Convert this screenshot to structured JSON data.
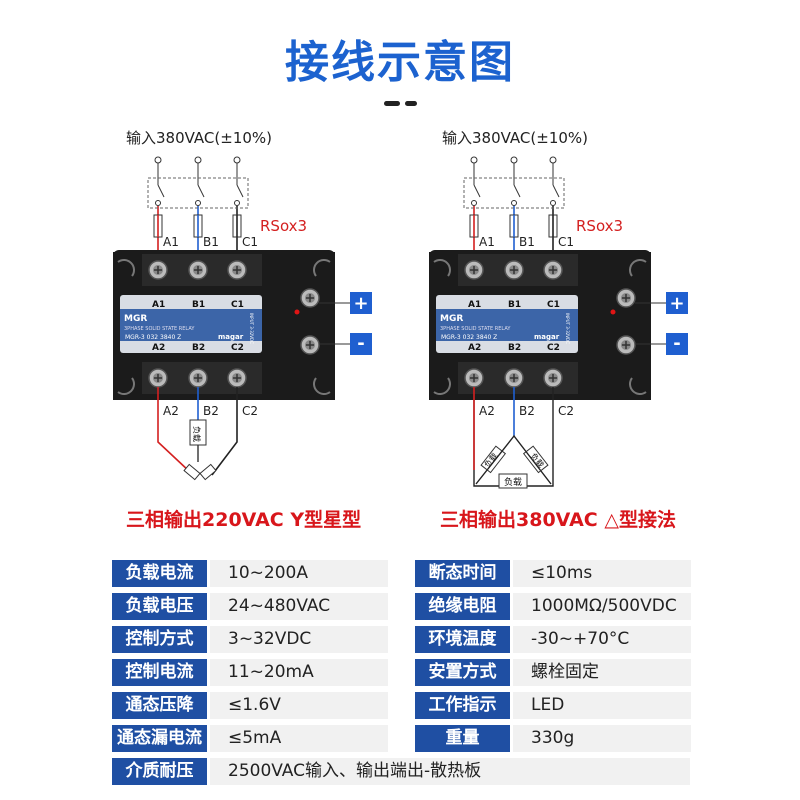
{
  "title": "接线示意图",
  "diagrams": [
    {
      "input_label": "输入380VAC(±10%)",
      "rso_label": "RSox3",
      "top_terminals": [
        "A1",
        "B1",
        "C1"
      ],
      "bottom_terminals": [
        "A2",
        "B2",
        "C2"
      ],
      "load_label": "负载",
      "caption": "三相输出220VAC Y型星型"
    },
    {
      "input_label": "输入380VAC(±10%)",
      "rso_label": "RSox3",
      "top_terminals": [
        "A1",
        "B1",
        "C1"
      ],
      "bottom_terminals": [
        "A2",
        "B2",
        "C2"
      ],
      "load_label": "负载",
      "caption": "三相输出380VAC △型接法"
    }
  ],
  "relay": {
    "brand": "MGR",
    "type": "3PHASE SOLID STATE RELAY",
    "model": "MGR-3 032 3840 Z",
    "maker": "magar",
    "input": "INPUT 3-32VDC",
    "plus": "+",
    "minus": "-"
  },
  "specs_left": [
    {
      "label": "负载电流",
      "value": "10~200A"
    },
    {
      "label": "负载电压",
      "value": "24~480VAC"
    },
    {
      "label": "控制方式",
      "value": "3~32VDC"
    },
    {
      "label": "控制电流",
      "value": "11~20mA"
    },
    {
      "label": "通态压降",
      "value": "≤1.6V"
    },
    {
      "label": "通态漏电流",
      "value": "≤5mA"
    }
  ],
  "specs_right": [
    {
      "label": "断态时间",
      "value": "≤10ms"
    },
    {
      "label": "绝缘电阻",
      "value": "1000MΩ/500VDC"
    },
    {
      "label": "环境温度",
      "value": "-30~+70°C"
    },
    {
      "label": "安置方式",
      "value": "螺栓固定"
    },
    {
      "label": "工作指示",
      "value": "LED"
    },
    {
      "label": "重量",
      "value": "330g"
    }
  ],
  "spec_full": {
    "label": "介质耐压",
    "value": "2500VAC输入、输出端出-散热板"
  },
  "colors": {
    "title": "#1c62cf",
    "label_bg": "#1f4fa3",
    "caption": "#d8161b"
  }
}
